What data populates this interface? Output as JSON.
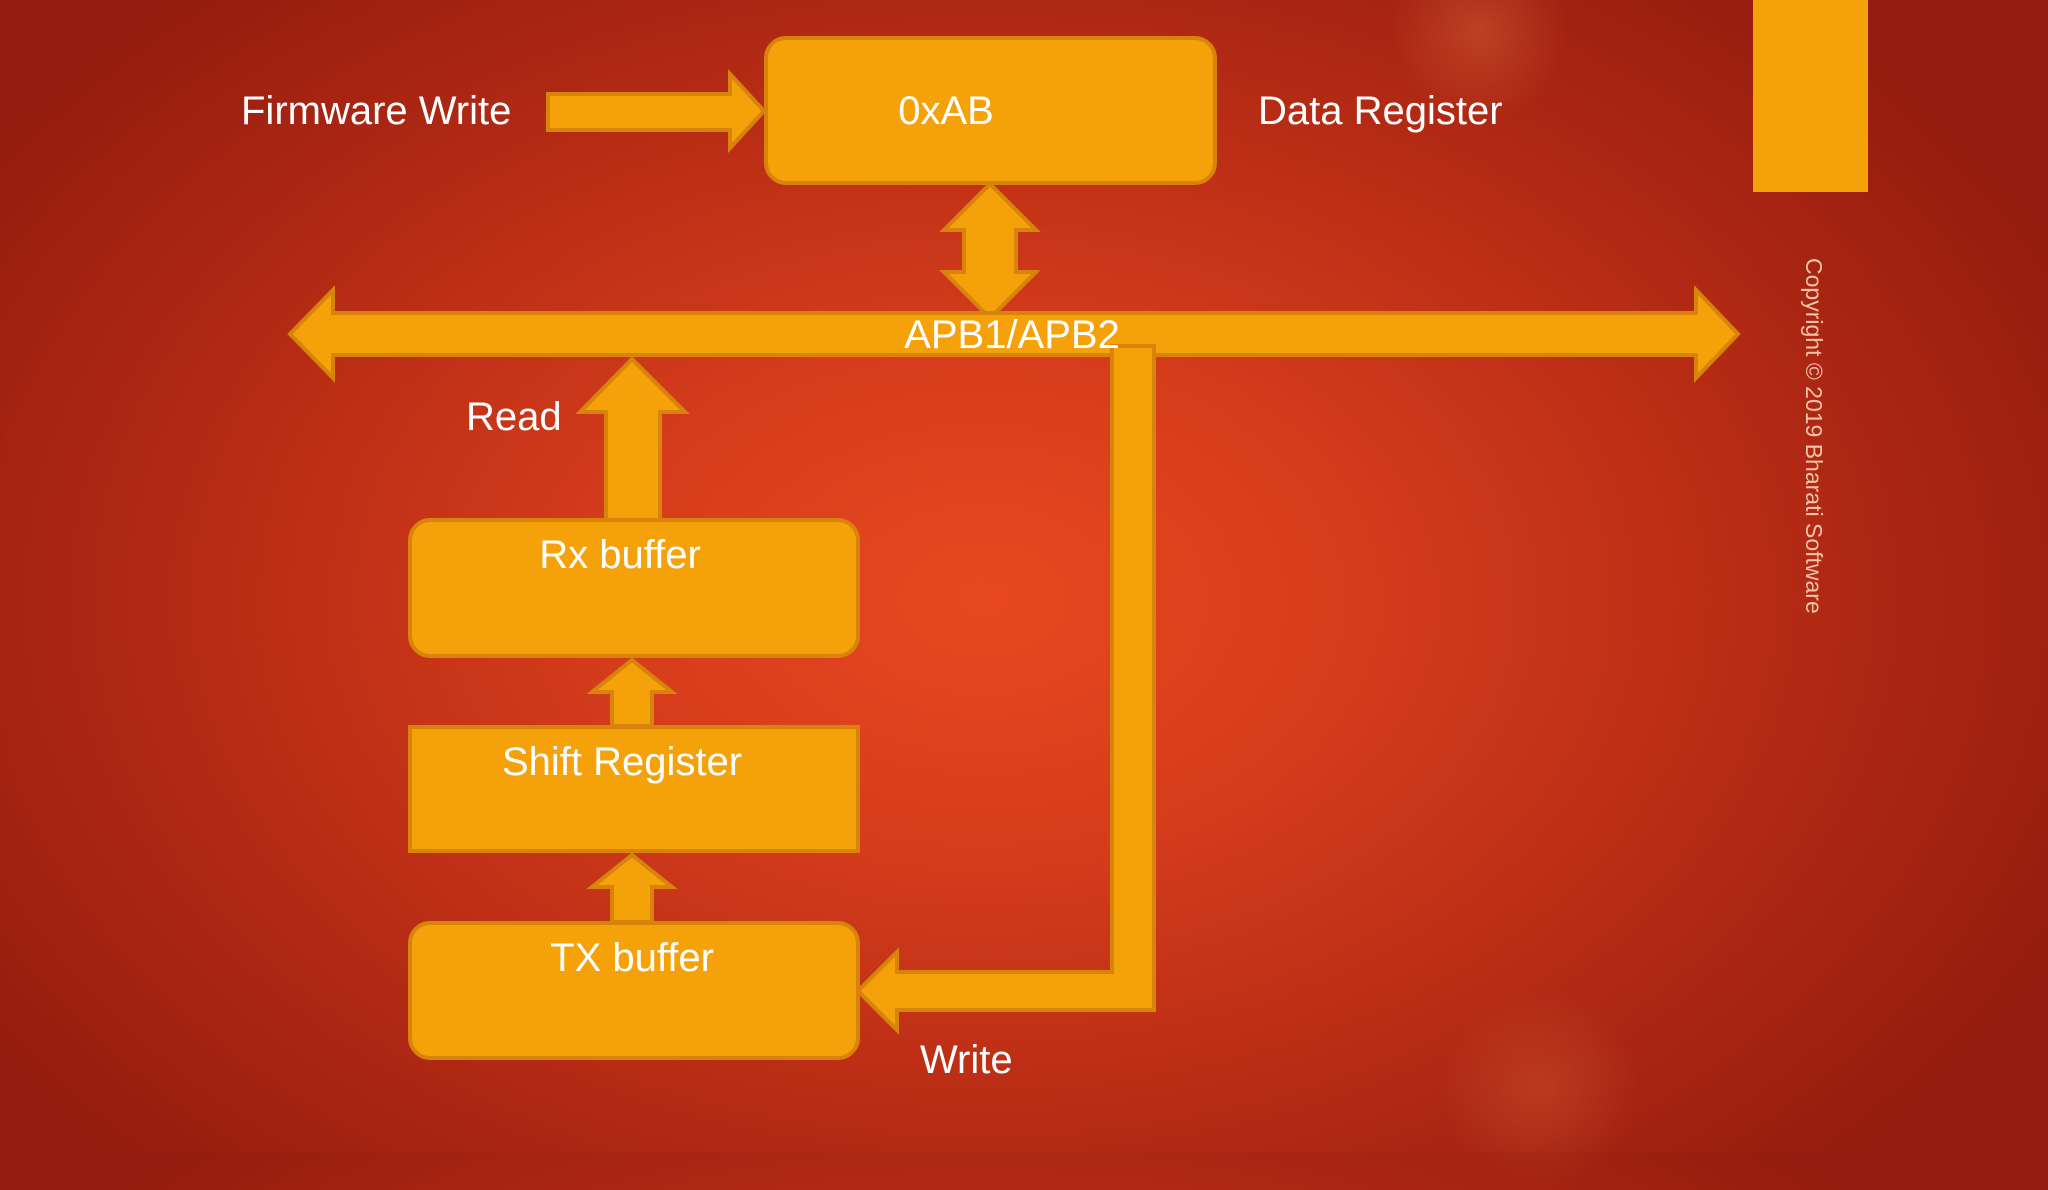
{
  "colors": {
    "shape_fill": "#f5a10a",
    "shape_stroke": "#d8830c",
    "text": "#ffffff",
    "copyright_text": "#f3c3a8"
  },
  "labels": {
    "firmware_write": "Firmware Write",
    "data_register_value": "0xAB",
    "data_register": "Data Register",
    "bus": "APB1/APB2",
    "read": "Read",
    "rx_buffer": "Rx buffer",
    "shift_register": "Shift Register",
    "tx_buffer": "TX buffer",
    "write": "Write"
  },
  "copyright": "Copyright © 2019 Bharati Software"
}
